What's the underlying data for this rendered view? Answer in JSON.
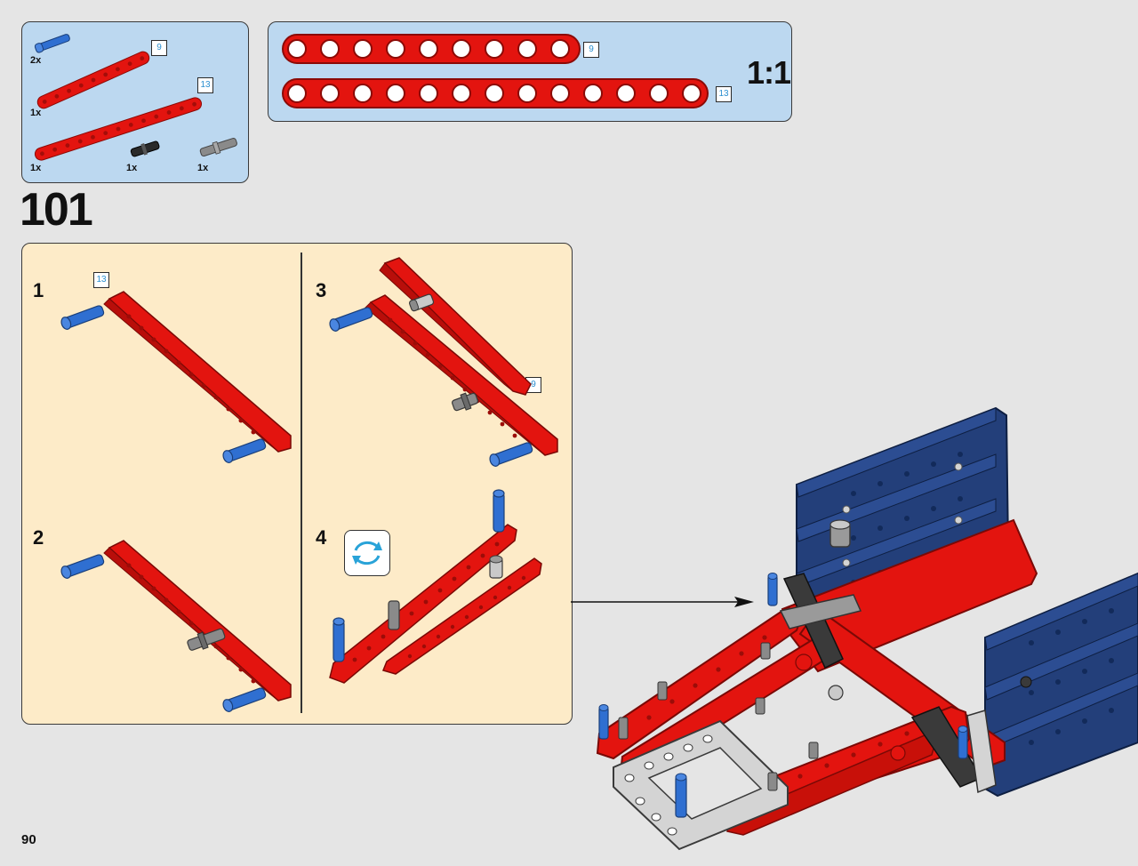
{
  "page_number": "90",
  "step_number": "101",
  "scale_label": "1:1",
  "parts_list": {
    "items": [
      {
        "qty": "2x",
        "name": "blue axle pin"
      },
      {
        "qty": "1x",
        "name": "red beam",
        "length": "9"
      },
      {
        "qty": "1x",
        "name": "red beam",
        "length": "13"
      },
      {
        "qty": "1x",
        "name": "black pin"
      },
      {
        "qty": "1x",
        "name": "grey axle pin"
      }
    ]
  },
  "scale_callout": {
    "beams": [
      {
        "length": "9",
        "holes": 9
      },
      {
        "length": "13",
        "holes": 13
      }
    ]
  },
  "substeps": [
    {
      "number": "1",
      "length_label": "13"
    },
    {
      "number": "2"
    },
    {
      "number": "3",
      "length_label": "9"
    },
    {
      "number": "4",
      "icon": "rotate-icon"
    }
  ],
  "colors": {
    "brick_red": "#e3140f",
    "blue": "#2f6fd1",
    "dark_blue": "#233f7a",
    "grey": "#8a8a8a",
    "light_grey": "#d4d4d4",
    "panel_blue": "#bcd8f0",
    "panel_cream": "#fdebc8"
  }
}
